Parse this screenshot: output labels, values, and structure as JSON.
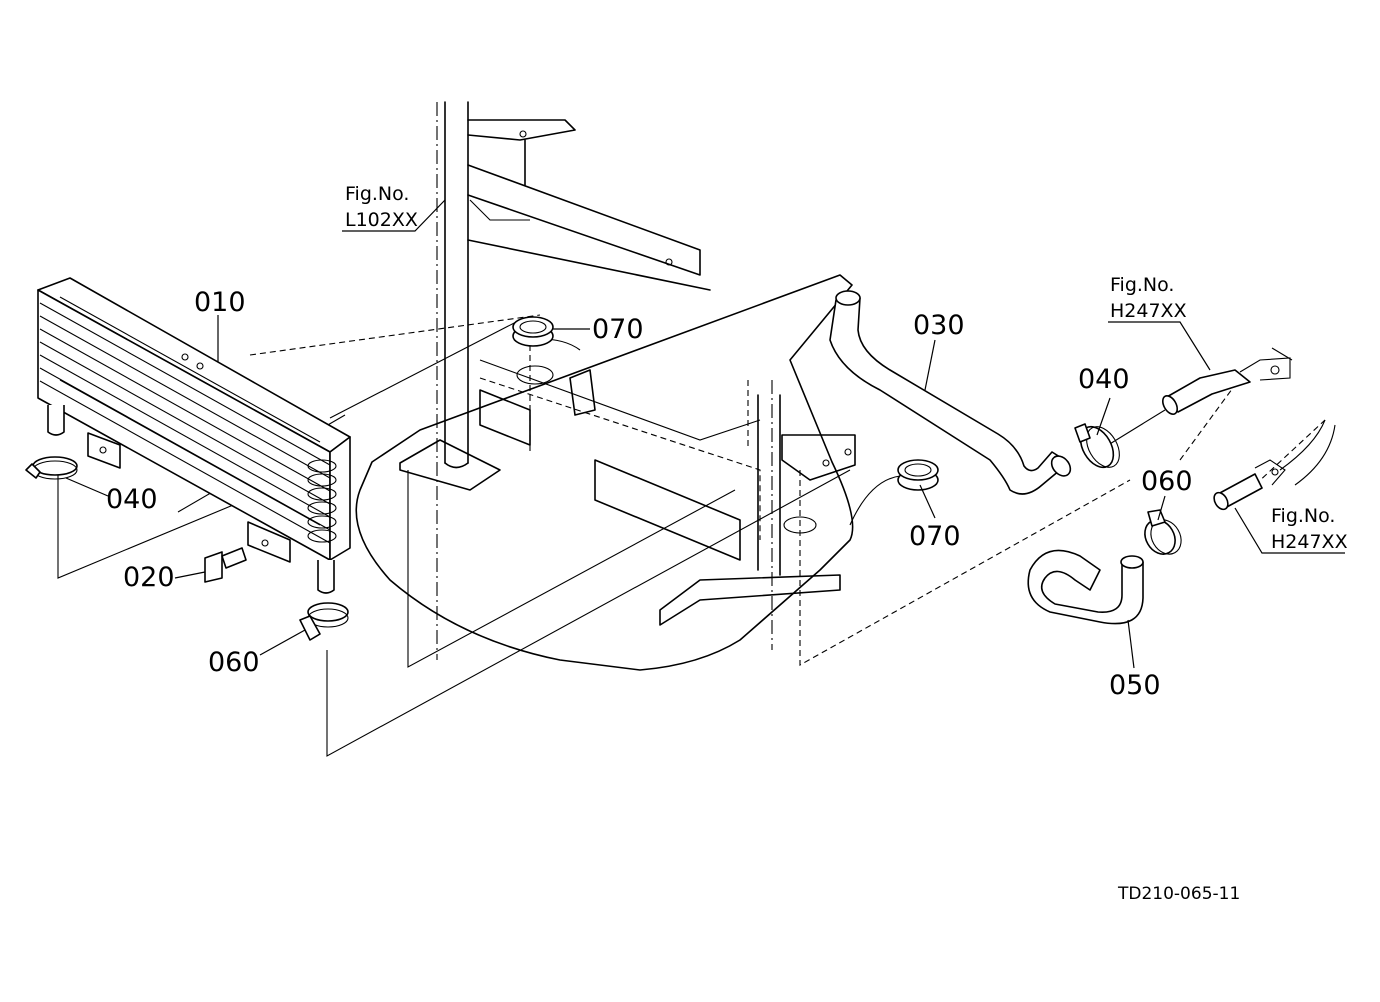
{
  "labels": {
    "p010": "010",
    "p020": "020",
    "p030": "030",
    "p040_left": "040",
    "p040_right": "040",
    "p050": "050",
    "p060_left": "060",
    "p060_right": "060",
    "p070_top": "070",
    "p070_mid": "070"
  },
  "references": {
    "left_fig": [
      "Fig.No.",
      "L102XX"
    ],
    "upper_right_fig": [
      "Fig.No.",
      "H247XX"
    ],
    "lower_right_fig": [
      "Fig.No.",
      "H247XX"
    ]
  },
  "drawing_id": "TD210-065-11"
}
